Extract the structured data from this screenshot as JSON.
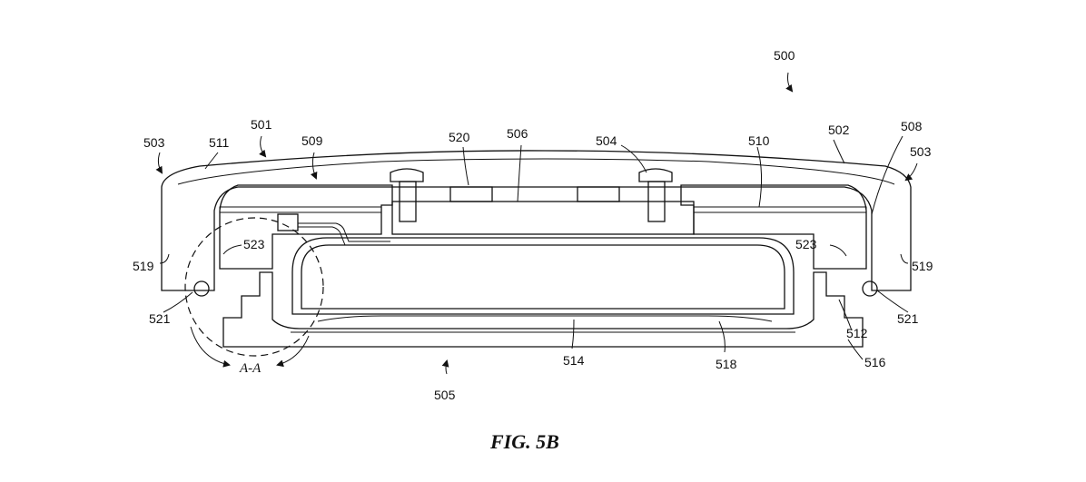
{
  "figure": {
    "caption": "FIG. 5B",
    "section_label": "A-A",
    "labels": {
      "l500": "500",
      "l501": "501",
      "l502": "502",
      "l503a": "503",
      "l503b": "503",
      "l504": "504",
      "l505": "505",
      "l506": "506",
      "l508": "508",
      "l509": "509",
      "l510": "510",
      "l511": "511",
      "l512": "512",
      "l514": "514",
      "l516": "516",
      "l518": "518",
      "l519a": "519",
      "l519b": "519",
      "l520": "520",
      "l521a": "521",
      "l521b": "521",
      "l523a": "523",
      "l523b": "523"
    }
  }
}
